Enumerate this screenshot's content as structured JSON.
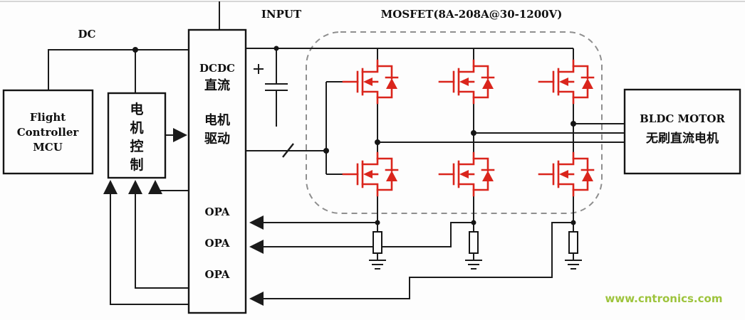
{
  "labels": {
    "dc": "DC",
    "input": "INPUT",
    "mosfet_title": "MOSFET(8A-208A@30-1200V)",
    "watermark": "www.cntronics.com"
  },
  "flight_controller": {
    "line1": "Flight",
    "line2": "Controller",
    "line3": "MCU"
  },
  "motor_control": {
    "chars": [
      "电",
      "机",
      "控",
      "制"
    ]
  },
  "driver": {
    "dcdc": "DCDC",
    "dc_cn": "直流",
    "motor_cn": "电机",
    "drive_cn": "驱动",
    "opa": [
      "OPA",
      "OPA",
      "OPA"
    ]
  },
  "bldc": {
    "line1": "BLDC MOTOR",
    "line2": "无刷直流电机"
  },
  "colors": {
    "mosfet_red": "#da251c",
    "wire_black": "#1b1b1b",
    "watermark_green": "#9ec43d",
    "dashed_gray": "#8f8f8f"
  }
}
